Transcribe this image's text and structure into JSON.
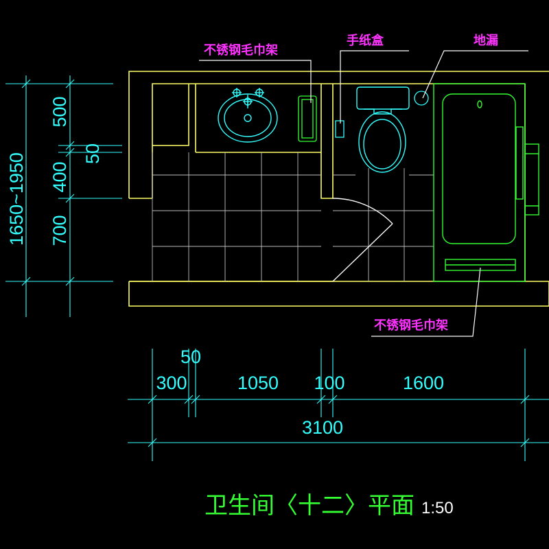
{
  "colors": {
    "background": "#000000",
    "wall": "#ffff66",
    "fixture": "#33ffff",
    "fixture_green": "#33ff33",
    "tile_grid": "#c0c0c0",
    "dimension": "#33ffff",
    "label": "#ff33ff",
    "title": "#33ff33",
    "scale": "#ffffff"
  },
  "labels": {
    "towel_rack_top": "不锈钢毛巾架",
    "paper_box": "手纸盒",
    "floor_drain": "地漏",
    "towel_rack_bottom": "不锈钢毛巾架"
  },
  "dimensions": {
    "vertical_overall": "1650~1950",
    "vertical_top": "500",
    "vertical_wall": "50",
    "vertical_mid": "400",
    "vertical_bottom": "700",
    "horizontal_small": "50",
    "horizontal_1": "300",
    "horizontal_2": "1050",
    "horizontal_3": "100",
    "horizontal_4": "1600",
    "horizontal_total": "3100"
  },
  "title": {
    "text": "卫生间〈十二〉平面",
    "scale": "1:50"
  }
}
